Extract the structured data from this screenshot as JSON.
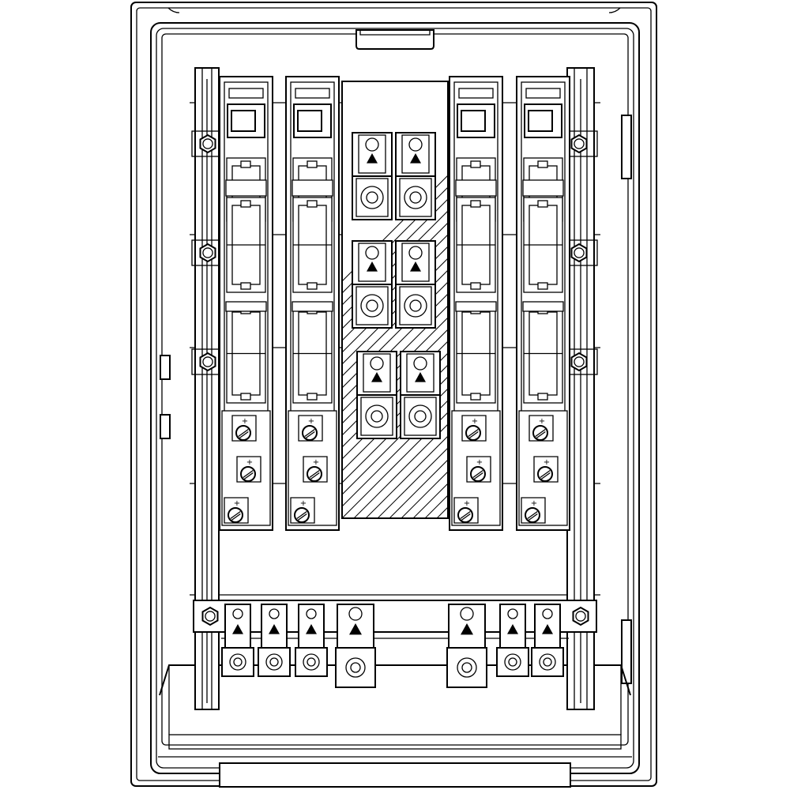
{
  "title": "",
  "colors": {
    "line": "#000000",
    "background": "#ffffff"
  },
  "enclosure": {
    "parts": [
      "outer-housing",
      "inner-door-frame",
      "top-latch",
      "hinges",
      "bottom-foot",
      "bottom-channel"
    ]
  },
  "mounting_rails": {
    "count": 2,
    "hex_bolts_per_rail": 3
  },
  "fuse_switch_disconnectors": {
    "count": 4,
    "fuse_holders_per_unit": 3,
    "terminal_clamps_per_unit": 3,
    "positions": [
      "unit-1",
      "unit-2",
      "unit-3",
      "unit-4"
    ]
  },
  "busbar_panel": {
    "hatched": true,
    "cable_lugs": {
      "rows": 3,
      "per_row": 2,
      "symbol": "triangle-icon"
    }
  },
  "bottom_terminal_block": {
    "rail_bolts": 2,
    "lugs": [
      {
        "size": "small",
        "symbol": "triangle-icon"
      },
      {
        "size": "small",
        "symbol": "triangle-icon"
      },
      {
        "size": "small",
        "symbol": "triangle-icon"
      },
      {
        "size": "large",
        "symbol": "triangle-icon"
      },
      {
        "size": "large",
        "symbol": "triangle-icon"
      },
      {
        "size": "small",
        "symbol": "triangle-icon"
      },
      {
        "size": "small",
        "symbol": "triangle-icon"
      }
    ]
  }
}
